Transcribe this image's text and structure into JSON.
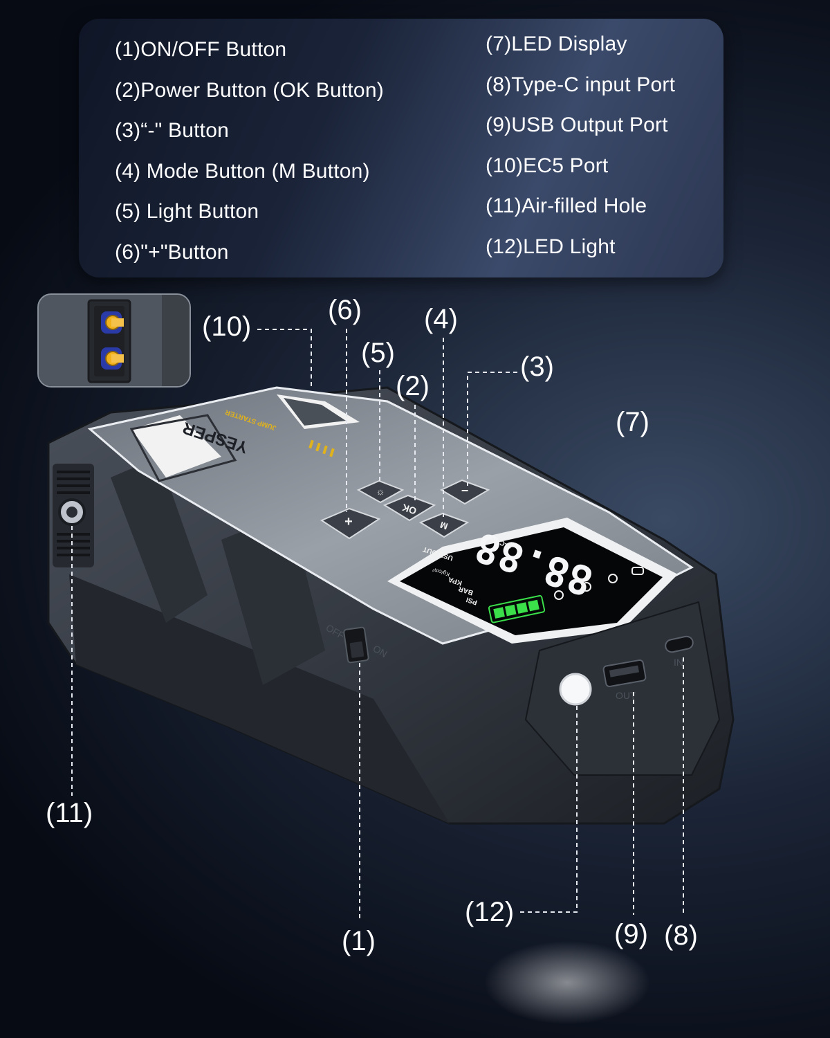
{
  "legend": {
    "left": [
      "(1)ON/OFF Button",
      "(2)Power Button (OK Button)",
      "(3)“-\" Button",
      "(4) Mode Button (M Button)",
      "(5) Light Button",
      "(6)\"+\"Button"
    ],
    "right": [
      "(7)LED Display",
      "(8)Type-C input Port",
      "(9)USB Output Port",
      "(10)EC5 Port",
      "(11)Air-filled Hole",
      "(12)LED Light"
    ]
  },
  "callouts": {
    "c1": "(1)",
    "c2": "(2)",
    "c3": "(3)",
    "c4": "(4)",
    "c5": "(5)",
    "c6": "(6)",
    "c7": "(7)",
    "c8": "(8)",
    "c9": "(9)",
    "c10": "(10)",
    "c11": "(11)",
    "c12": "(12)"
  },
  "device": {
    "brand": "YESPER",
    "subtitle": "JUMP STARTER",
    "btn_plus": "+",
    "btn_ok": "OK",
    "btn_minus": "−",
    "btn_m": "M",
    "usb_out": "USB OUT",
    "uc_in": "U-C IN",
    "unit_psi": "PSI",
    "unit_bar": "BAR",
    "unit_kpa": "KPA",
    "unit_kgcm": "Kg/cm²",
    "readout": "88.88",
    "switch_off": "OFF",
    "switch_on": "ON",
    "port_in": "IN",
    "port_out": "OUT"
  },
  "colors": {
    "shell": "#3b4049",
    "top_plate": "#8c929a",
    "accent": "#f2f2f2",
    "display": "#050608",
    "battery": "#3adf4a",
    "ec5": "#f2b21b"
  }
}
